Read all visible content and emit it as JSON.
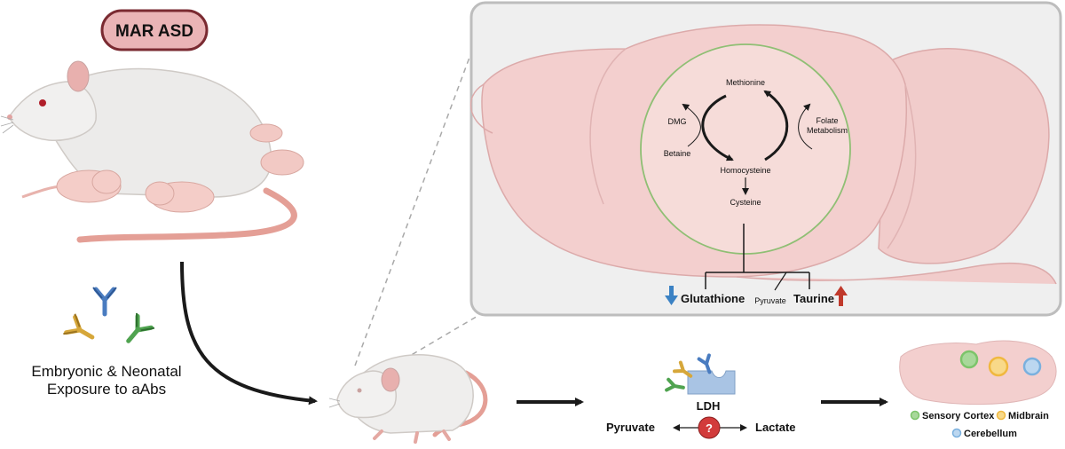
{
  "title_badge": "MAR ASD",
  "exposure_label": {
    "line1": "Embryonic & Neonatal",
    "line2": "Exposure to aAbs"
  },
  "cycle": {
    "methionine": "Methionine",
    "dmg": "DMG",
    "betaine": "Betaine",
    "folate_line1": "Folate",
    "folate_line2": "Metabolism",
    "homocysteine": "Homocysteine",
    "cysteine": "Cysteine"
  },
  "products": {
    "glutathione": "Glutathione",
    "pyruvate_small": "Pyruvate",
    "taurine": "Taurine"
  },
  "ldh": {
    "label": "LDH",
    "question": "?",
    "pyruvate": "Pyruvate",
    "lactate": "Lactate"
  },
  "regions_legend": {
    "sensory_cortex": "Sensory Cortex",
    "midbrain": "Midbrain",
    "cerebellum": "Cerebellum"
  },
  "colors": {
    "badge_fill": "#eab4b6",
    "badge_stroke": "#7a2a31",
    "brain_fill": "#f3cfce",
    "panel_bg": "#efefef",
    "panel_border": "#bdbdbd",
    "cycle_fill": "#f6dcd9",
    "cycle_border": "#8fbf74",
    "down_arrow": "#3b82c4",
    "up_arrow": "#c0392b",
    "question_fill": "#d23b3b",
    "cortex": "#7cc46a",
    "midbrain": "#f0b840",
    "cerebellum": "#7ab0de"
  }
}
